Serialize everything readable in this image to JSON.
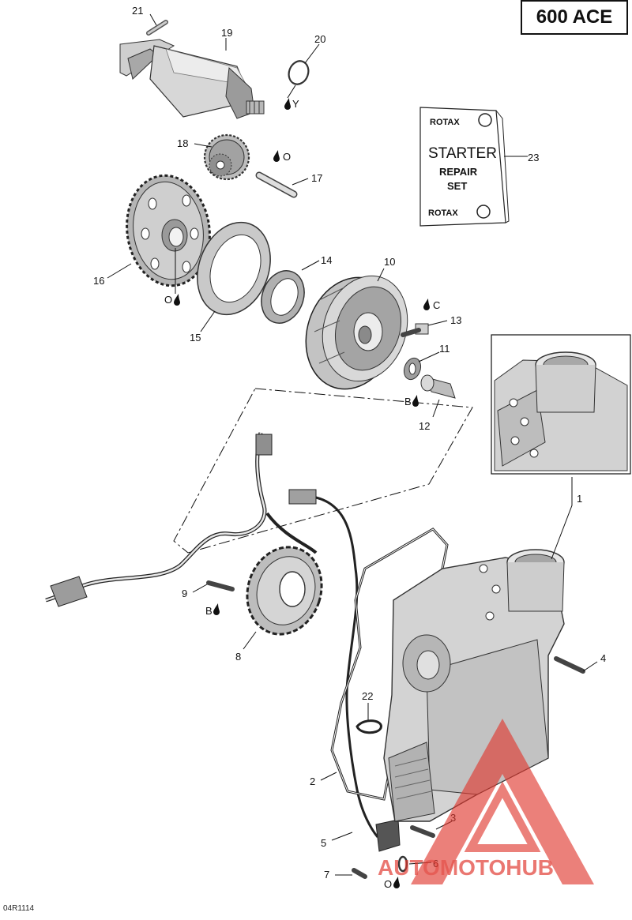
{
  "model_label": "600 ACE",
  "reference_code": "04R1114",
  "callouts": [
    {
      "id": "c1",
      "number": "1"
    },
    {
      "id": "c2",
      "number": "2"
    },
    {
      "id": "c3",
      "number": "3"
    },
    {
      "id": "c4",
      "number": "4"
    },
    {
      "id": "c5",
      "number": "5"
    },
    {
      "id": "c6",
      "number": "6"
    },
    {
      "id": "c7",
      "number": "7"
    },
    {
      "id": "c8",
      "number": "8"
    },
    {
      "id": "c9",
      "number": "9"
    },
    {
      "id": "c10",
      "number": "10"
    },
    {
      "id": "c11",
      "number": "11"
    },
    {
      "id": "c12",
      "number": "12"
    },
    {
      "id": "c13",
      "number": "13"
    },
    {
      "id": "c14",
      "number": "14"
    },
    {
      "id": "c15",
      "number": "15"
    },
    {
      "id": "c16",
      "number": "16"
    },
    {
      "id": "c17",
      "number": "17"
    },
    {
      "id": "c18",
      "number": "18"
    },
    {
      "id": "c19",
      "number": "19"
    },
    {
      "id": "c20",
      "number": "20"
    },
    {
      "id": "c21",
      "number": "21"
    },
    {
      "id": "c22",
      "number": "22"
    },
    {
      "id": "c23",
      "number": "23"
    }
  ],
  "lubricant_notes": [
    {
      "id": "n-y",
      "letter": "Y"
    },
    {
      "id": "n-o17",
      "letter": "O"
    },
    {
      "id": "n-o16",
      "letter": "O"
    },
    {
      "id": "n-c13",
      "letter": "C"
    },
    {
      "id": "n-b12",
      "letter": "B"
    },
    {
      "id": "n-b9",
      "letter": "B"
    },
    {
      "id": "n-o6",
      "letter": "O"
    }
  ],
  "repair_set_card": {
    "brand_top": "ROTAX",
    "line1": "STARTER",
    "line2": "REPAIR",
    "line3": "SET",
    "brand_bottom": "ROTAX"
  },
  "watermark": {
    "text": "AUTOMOTOHUB",
    "accent": "#e0382f",
    "dark": "#3a3a3a"
  },
  "colors": {
    "line": "#111111",
    "part_light": "#d9d9d9",
    "part_mid": "#bdbdbd",
    "part_dark": "#8e8e8e"
  }
}
